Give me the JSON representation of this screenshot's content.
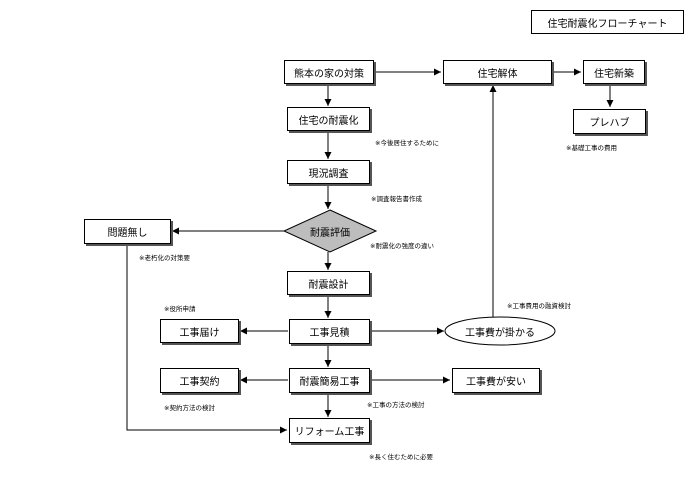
{
  "title": "住宅耐震化フローチャート",
  "nodes": {
    "kumamoto": "熊本の家の対策",
    "jutaku_kaitai": "住宅解体",
    "jutaku_shinchiku": "住宅新築",
    "prefab": "プレハブ",
    "taishinka": "住宅の耐震化",
    "genkyou_chousa": "現況調査",
    "taishin_hyouka": "耐震評価",
    "mondai_nashi": "問題無し",
    "taishin_sekkei": "耐震設計",
    "kouji_todoke": "工事届け",
    "kouji_mitsumori": "工事見積",
    "koujihi_kakaru": "工事費が掛かる",
    "kouji_keiyaku": "工事契約",
    "taishin_kan_i": "耐震簡易工事",
    "koujihi_yasui": "工事費が安い",
    "reform": "リフォーム工事"
  },
  "notes": {
    "kongo": "※今後居住するために",
    "kiso": "※基礎工事の費用",
    "chousa_houkoku": "※調査報告書作成",
    "kyoudo": "※耐震化の強度の違い",
    "rouka": "※老朽化の対策要",
    "yuushi": "※工事費用の融資検討",
    "yakusho": "※役所申請",
    "houhou": "※工事の方法の検討",
    "keiyaku": "※契約方法の検討",
    "nagaku": "※長く住むために必要"
  }
}
